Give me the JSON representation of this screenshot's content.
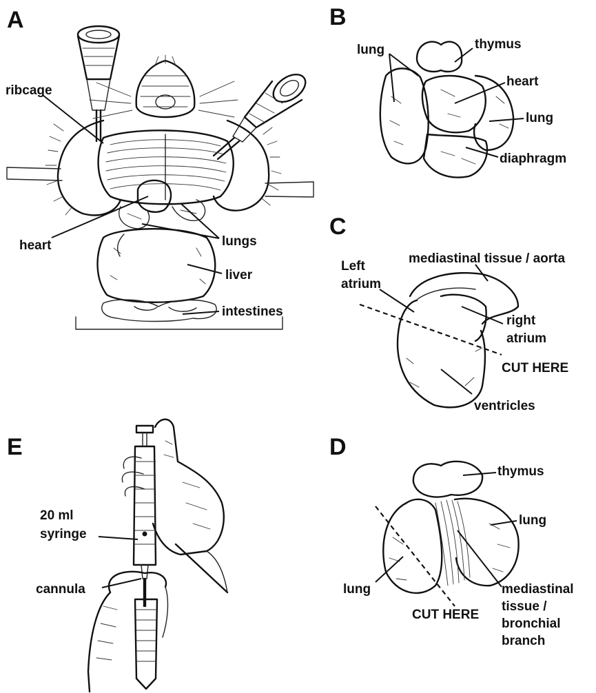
{
  "panels": {
    "A": {
      "letter": "A",
      "labels": {
        "ribcage": "ribcage",
        "heart": "heart",
        "lungs": "lungs",
        "liver": "liver",
        "intestines": "intestines"
      }
    },
    "B": {
      "letter": "B",
      "labels": {
        "lung_left": "lung",
        "thymus": "thymus",
        "heart": "heart",
        "lung_right": "lung",
        "diaphragm": "diaphragm"
      }
    },
    "C": {
      "letter": "C",
      "labels": {
        "left_atrium_line1": "Left",
        "left_atrium_line2": "atrium",
        "mediastinal": "mediastinal tissue / aorta",
        "right_atrium_line1": "right",
        "right_atrium_line2": "atrium",
        "cut_here": "CUT HERE",
        "ventricles": "ventricles"
      }
    },
    "D": {
      "letter": "D",
      "labels": {
        "thymus": "thymus",
        "lung_right": "lung",
        "lung_left": "lung",
        "cut_here": "CUT HERE",
        "mediastinal_line1": "mediastinal",
        "mediastinal_line2": "tissue /",
        "mediastinal_line3": "bronchial",
        "mediastinal_line4": "branch"
      }
    },
    "E": {
      "letter": "E",
      "labels": {
        "syringe_line1": "20 ml",
        "syringe_line2": "syringe",
        "cannula": "cannula"
      }
    }
  }
}
